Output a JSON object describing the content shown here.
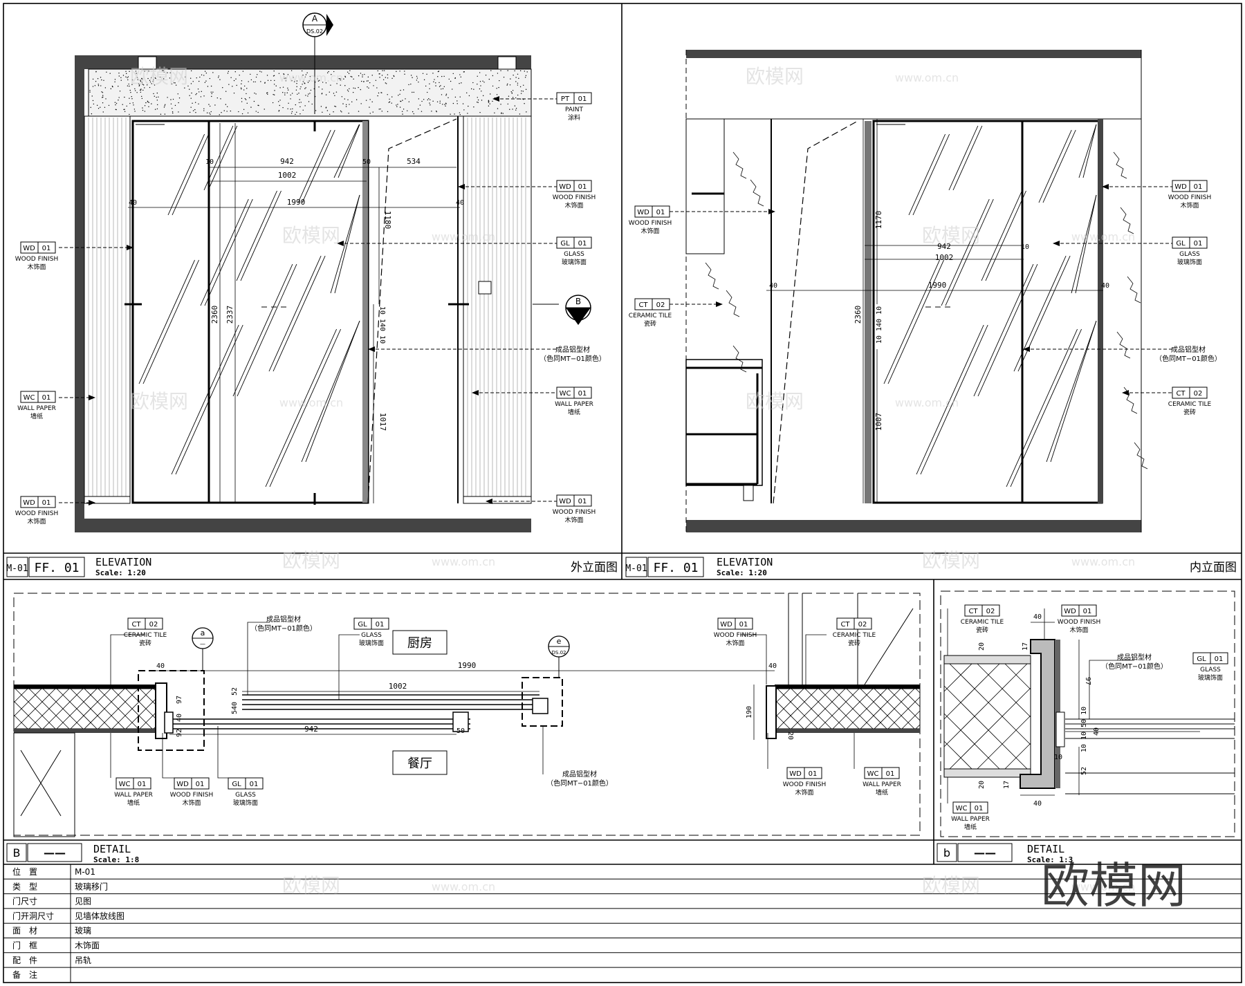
{
  "panel1": {
    "ref": "M-01",
    "code": "FF. 01",
    "title": "ELEVATION",
    "scale": "Scale: 1:20",
    "name_cn": "外立面图",
    "section_marker": {
      "letter": "A",
      "sheet": "DS.02"
    },
    "elev_marker": {
      "letter": "B",
      "sheet": "—"
    },
    "tags": {
      "paint": {
        "code": "PT",
        "num": "01",
        "en": "PAINT",
        "cn": "涂料"
      },
      "wd_top": {
        "code": "WD",
        "num": "01",
        "en": "WOOD FINISH",
        "cn": "木饰面"
      },
      "gl": {
        "code": "GL",
        "num": "01",
        "en": "GLASS",
        "cn": "玻璃饰面"
      },
      "wc_right": {
        "code": "WC",
        "num": "01",
        "en": "WALL PAPER",
        "cn": "墙纸"
      },
      "wd_bottom_right": {
        "code": "WD",
        "num": "01",
        "en": "WOOD FINISH",
        "cn": "木饰面"
      },
      "wd_left": {
        "code": "WD",
        "num": "01",
        "en": "WOOD FINISH",
        "cn": "木饰面"
      },
      "wc_left": {
        "code": "WC",
        "num": "01",
        "en": "WALL PAPER",
        "cn": "墙纸"
      },
      "wd_bottom_left": {
        "code": "WD",
        "num": "01",
        "en": "WOOD FINISH",
        "cn": "木饰面"
      }
    },
    "profile_note": {
      "line1": "成品铝型材",
      "line2": "（色同MT−01颜色）"
    },
    "dims": {
      "d942": "942",
      "d1002": "1002",
      "d534": "534",
      "d1990": "1990",
      "d40a": "40",
      "d40b": "40",
      "d10": "10",
      "d50": "50",
      "d1180": "1180",
      "d2360": "2360",
      "d2337": "2337",
      "d1017": "1017",
      "d140": "10 140 10"
    }
  },
  "panel2": {
    "ref": "M-01",
    "code": "FF. 01",
    "title": "ELEVATION",
    "scale": "Scale: 1:20",
    "name_cn": "内立面图",
    "tags": {
      "wd_left": {
        "code": "WD",
        "num": "01",
        "en": "WOOD FINISH",
        "cn": "木饰面"
      },
      "ct_left": {
        "code": "CT",
        "num": "02",
        "en": "CERAMIC TILE",
        "cn": "瓷砖"
      },
      "wd_right": {
        "code": "WD",
        "num": "01",
        "en": "WOOD FINISH",
        "cn": "木饰面"
      },
      "gl_right": {
        "code": "GL",
        "num": "01",
        "en": "GLASS",
        "cn": "玻璃饰面"
      },
      "ct_right": {
        "code": "CT",
        "num": "02",
        "en": "CERAMIC TILE",
        "cn": "瓷砖"
      }
    },
    "profile_note": {
      "line1": "成品铝型材",
      "line2": "（色同MT−01颜色）"
    },
    "dims": {
      "d942": "942",
      "d1002": "1002",
      "d1990": "1990",
      "d40a": "40",
      "d40b": "40",
      "d10": "10",
      "d1170": "1170",
      "d2360": "2360",
      "d1007": "1007",
      "d140": "10 140 10"
    }
  },
  "panel3": {
    "ref": "B",
    "code": "——",
    "title": "DETAIL",
    "scale": "Scale: 1:8",
    "room_top": "厨房",
    "room_bottom": "餐厅",
    "marker_a": {
      "letter": "a",
      "sheet": "—"
    },
    "marker_e": {
      "letter": "e",
      "sheet": "DS.02"
    },
    "tags": {
      "ct_left": {
        "code": "CT",
        "num": "02",
        "en": "CERAMIC TILE",
        "cn": "瓷砖"
      },
      "gl": {
        "code": "GL",
        "num": "01",
        "en": "GLASS",
        "cn": "玻璃饰面"
      },
      "wd_top_right": {
        "code": "WD",
        "num": "01",
        "en": "WOOD FINISH",
        "cn": "木饰面"
      },
      "ct_right": {
        "code": "CT",
        "num": "02",
        "en": "CERAMIC TILE",
        "cn": "瓷砖"
      },
      "wc_left": {
        "code": "WC",
        "num": "01",
        "en": "WALL PAPER",
        "cn": "墙纸"
      },
      "wd_mid": {
        "code": "WD",
        "num": "01",
        "en": "WOOD FINISH",
        "cn": "木饰面"
      },
      "gl_bottom": {
        "code": "GL",
        "num": "01",
        "en": "GLASS",
        "cn": "玻璃饰面"
      },
      "wd_bottom_right": {
        "code": "WD",
        "num": "01",
        "en": "WOOD FINISH",
        "cn": "木饰面"
      },
      "wc_right": {
        "code": "WC",
        "num": "01",
        "en": "WALL PAPER",
        "cn": "墙纸"
      }
    },
    "profile_note_top": {
      "line1": "成品铝型材",
      "line2": "（色同MT−01颜色）"
    },
    "profile_note_bottom": {
      "line1": "成品铝型材",
      "line2": "（色同MT−01颜色）"
    },
    "dims": {
      "d1990": "1990",
      "d1002": "1002",
      "d942": "942",
      "d40a": "40",
      "d40b": "40",
      "d52": "52",
      "d540": "540",
      "d97": "97",
      "d40c": "40",
      "d92": "92",
      "d50": "50",
      "d190": "190",
      "d20": "20"
    }
  },
  "panel4": {
    "ref": "b",
    "code": "——",
    "title": "DETAIL",
    "scale": "Scale: 1:3",
    "tags": {
      "ct": {
        "code": "CT",
        "num": "02",
        "en": "CERAMIC TILE",
        "cn": "瓷砖"
      },
      "wd": {
        "code": "WD",
        "num": "01",
        "en": "WOOD FINISH",
        "cn": "木饰面"
      },
      "gl": {
        "code": "GL",
        "num": "01",
        "en": "GLASS",
        "cn": "玻璃饰面"
      },
      "wc": {
        "code": "WC",
        "num": "01",
        "en": "WALL PAPER",
        "cn": "墙纸"
      }
    },
    "profile_note": {
      "line1": "成品铝型材",
      "line2": "（色同MT−01颜色）"
    },
    "dims": {
      "d40top": "40",
      "d20a": "20",
      "d17a": "17",
      "d97": "97",
      "d52": "52",
      "d40side": "40",
      "d1010": "10 10 50 10",
      "d10": "10",
      "d20b": "20",
      "d17b": "17",
      "d40bottom": "40"
    }
  },
  "schedule": {
    "rows": [
      {
        "label": "位　置",
        "value": "M-01"
      },
      {
        "label": "类　型",
        "value": "玻璃移门"
      },
      {
        "label": "门尺寸",
        "value": "见图"
      },
      {
        "label": "门开洞尺寸",
        "value": "见墙体放线图"
      },
      {
        "label": "面　材",
        "value": "玻璃"
      },
      {
        "label": "门　框",
        "value": "木饰面"
      },
      {
        "label": "配　件",
        "value": "吊轨"
      },
      {
        "label": "备　注",
        "value": ""
      }
    ]
  },
  "watermark": {
    "brand": "欧模网",
    "url": "www.om.cn"
  }
}
